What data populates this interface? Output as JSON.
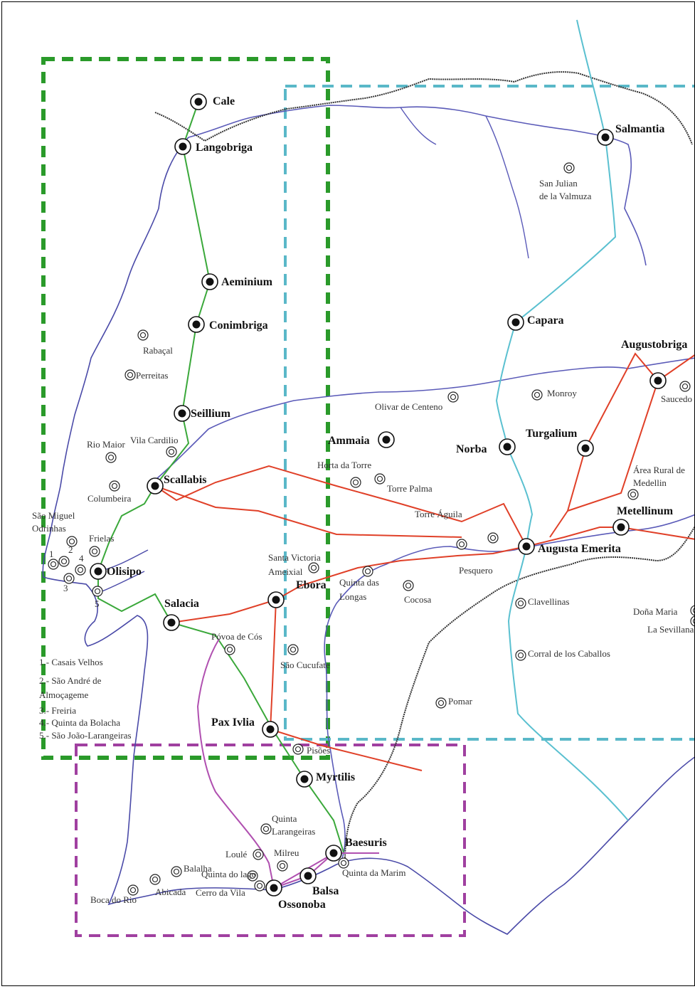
{
  "colors": {
    "coast": "#4a4aa8",
    "river": "#5a5ab8",
    "border": "#333333",
    "green_route": "#3aa83a",
    "red_route": "#e04028",
    "cyan_route": "#5ac0d0",
    "purple_route": "#b050b0",
    "green_box": "#2a9a2a",
    "cyan_box": "#5ab8c8",
    "purple_box": "#a040a0"
  },
  "major_sites": [
    {
      "id": "cale",
      "label": "Cale"
    },
    {
      "id": "langobriga",
      "label": "Langobriga"
    },
    {
      "id": "aeminium",
      "label": "Aeminium"
    },
    {
      "id": "conimbriga",
      "label": "Conimbriga"
    },
    {
      "id": "seillium",
      "label": "Seillium"
    },
    {
      "id": "scallabis",
      "label": "Scallabis"
    },
    {
      "id": "olisipo",
      "label": "Olisipo"
    },
    {
      "id": "salacia",
      "label": "Salacia"
    },
    {
      "id": "ebora",
      "label": "Ebora"
    },
    {
      "id": "pax_ivlia",
      "label": "Pax Ivlia"
    },
    {
      "id": "myrtilis",
      "label": "Myrtilis"
    },
    {
      "id": "baesuris",
      "label": "Baesuris"
    },
    {
      "id": "balsa",
      "label": "Balsa"
    },
    {
      "id": "ossonoba",
      "label": "Ossonoba"
    },
    {
      "id": "ammaia",
      "label": "Ammaia"
    },
    {
      "id": "norba",
      "label": "Norba"
    },
    {
      "id": "capara",
      "label": "Capara"
    },
    {
      "id": "salmantia",
      "label": "Salmantia"
    },
    {
      "id": "turgalium",
      "label": "Turgalium"
    },
    {
      "id": "augustobriga",
      "label": "Augustobriga"
    },
    {
      "id": "metellinum",
      "label": "Metellinum"
    },
    {
      "id": "augusta_emerita",
      "label": "Augusta Emerita"
    }
  ],
  "minor_sites": [
    {
      "id": "rabacal",
      "label": "Rabaçal"
    },
    {
      "id": "perreitas",
      "label": "Perreitas"
    },
    {
      "id": "rio_maior",
      "label": "Rio Maior"
    },
    {
      "id": "vila_cardilio",
      "label": "Vila Cardilio"
    },
    {
      "id": "columbeira",
      "label": "Columbeira"
    },
    {
      "id": "sao_miguel_1",
      "label": "São Miguel"
    },
    {
      "id": "sao_miguel_2",
      "label": "Odrinhas"
    },
    {
      "id": "frielas",
      "label": "Frielas"
    },
    {
      "id": "santa_victoria_1",
      "label": "Santa Victoria"
    },
    {
      "id": "santa_victoria_2",
      "label": "Ameixial"
    },
    {
      "id": "quinta_longas_1",
      "label": "Quinta das"
    },
    {
      "id": "quinta_longas_2",
      "label": "Longas"
    },
    {
      "id": "cocosa",
      "label": "Cocosa"
    },
    {
      "id": "povoa_de_cos",
      "label": "Póvoa de Cós"
    },
    {
      "id": "sao_cucufate",
      "label": "São Cucufate"
    },
    {
      "id": "pisoes",
      "label": "Pisões"
    },
    {
      "id": "quinta_larangeiras_1",
      "label": "Quinta"
    },
    {
      "id": "quinta_larangeiras_2",
      "label": "Larangeiras"
    },
    {
      "id": "loule",
      "label": "Loulé"
    },
    {
      "id": "milreu",
      "label": "Milreu"
    },
    {
      "id": "quinta_da_marim",
      "label": "Quinta da Marim"
    },
    {
      "id": "balalha",
      "label": "Balalha"
    },
    {
      "id": "abicada",
      "label": "Abicada"
    },
    {
      "id": "boca_do_rio",
      "label": "Boca do Rio"
    },
    {
      "id": "quinta_do_lago",
      "label": "Quinta do lago"
    },
    {
      "id": "cerro_da_vila",
      "label": "Cerro da Vila"
    },
    {
      "id": "san_julian_1",
      "label": "San Julian"
    },
    {
      "id": "san_julian_2",
      "label": "de la Valmuza"
    },
    {
      "id": "monroy",
      "label": "Monroy"
    },
    {
      "id": "olivar",
      "label": "Olivar de Centeno"
    },
    {
      "id": "horta_da_torre",
      "label": "Horta da Torre"
    },
    {
      "id": "torre_palma",
      "label": "Torre Palma"
    },
    {
      "id": "torre_aguila",
      "label": "Torre Águila"
    },
    {
      "id": "pesquero",
      "label": "Pesquero"
    },
    {
      "id": "clavellinas",
      "label": "Clavellinas"
    },
    {
      "id": "corral",
      "label": "Corral de los Caballos"
    },
    {
      "id": "pomar",
      "label": "Pomar"
    },
    {
      "id": "saucedo",
      "label": "Saucedo"
    },
    {
      "id": "area_rural_1",
      "label": "Área Rural de"
    },
    {
      "id": "area_rural_2",
      "label": "Medellin"
    },
    {
      "id": "dona_maria",
      "label": "Doña Maria"
    },
    {
      "id": "la_sevillana",
      "label": "La Sevillana"
    },
    {
      "id": "num_1",
      "label": "1"
    },
    {
      "id": "num_2",
      "label": "2"
    },
    {
      "id": "num_3",
      "label": "3"
    },
    {
      "id": "num_4",
      "label": "4"
    },
    {
      "id": "num_5",
      "label": "5"
    }
  ],
  "legend": [
    "1.- Casais Velhos",
    "2.- São André de",
    "Almoçageme",
    "3.- Freiria",
    "4.- Quinta da Bolacha",
    "5.- São João-Larangeiras"
  ]
}
